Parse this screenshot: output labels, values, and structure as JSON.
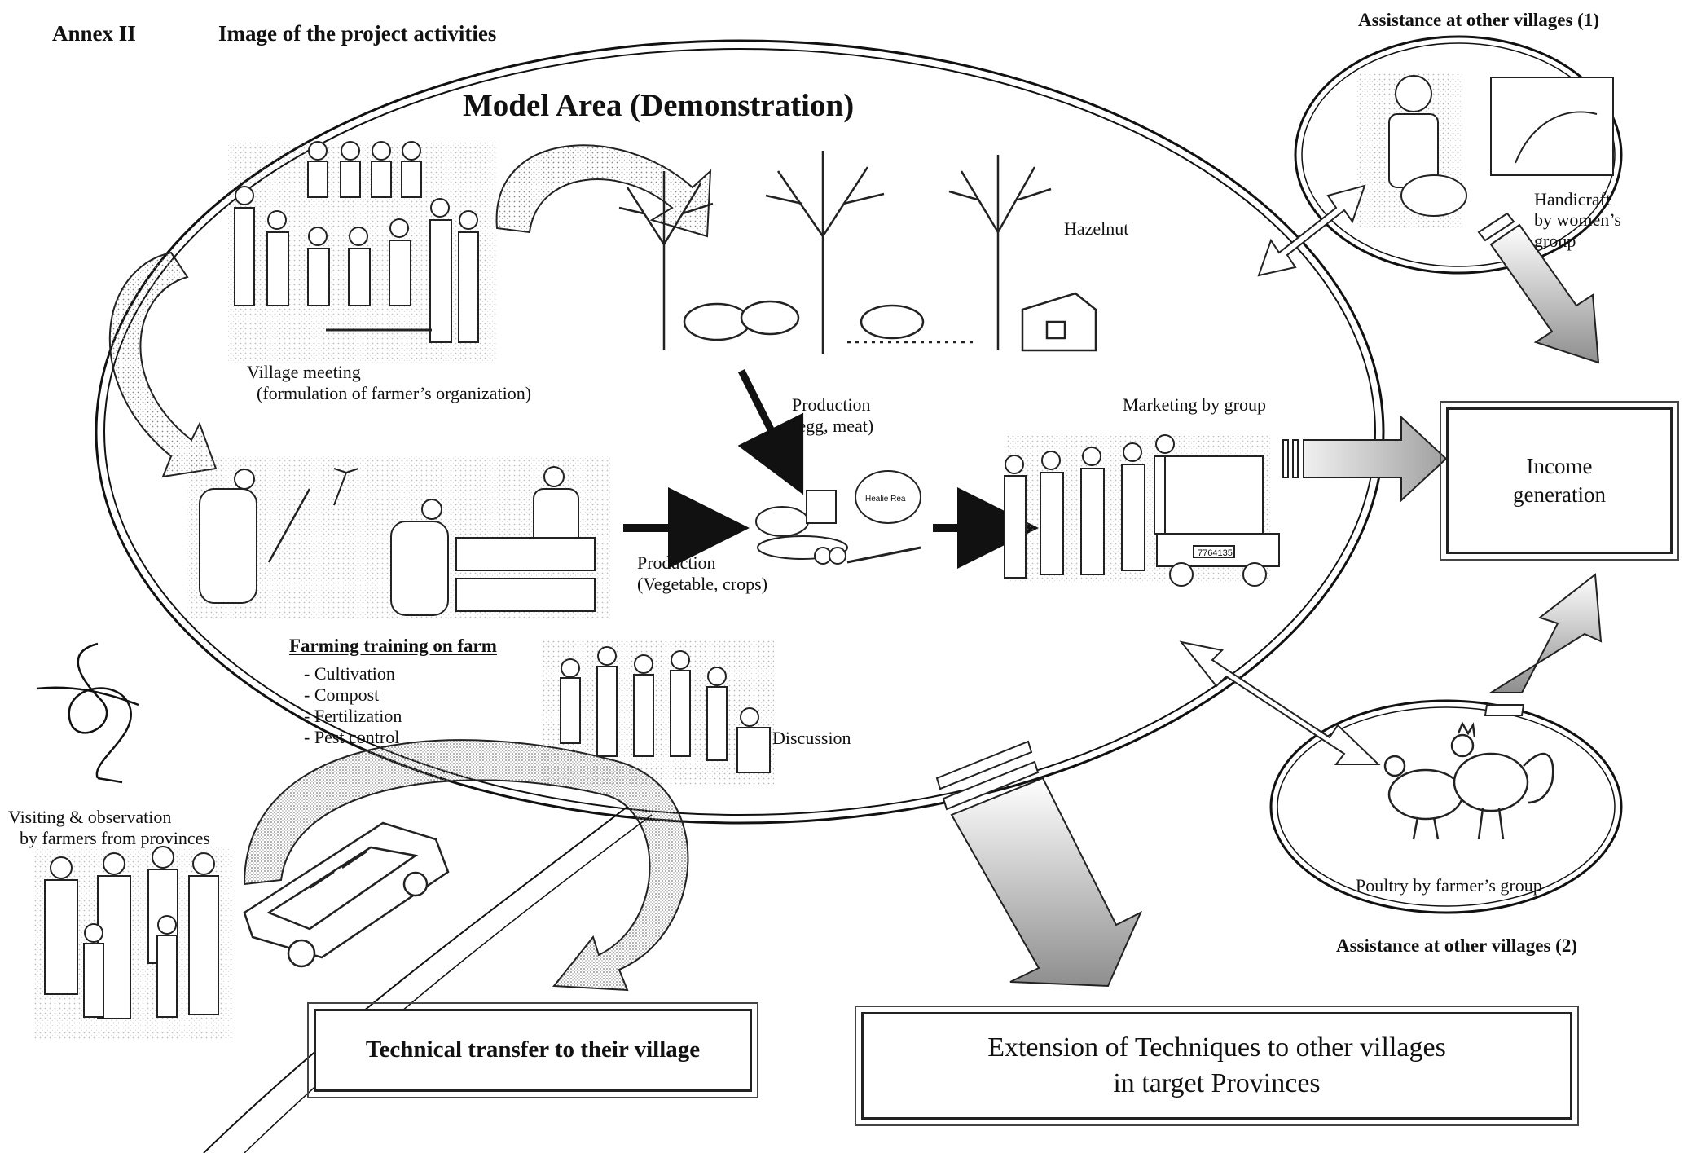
{
  "header": {
    "annex": "Annex II",
    "subtitle": "Image of the project activities"
  },
  "model_area": {
    "title": "Model Area (Demonstration)"
  },
  "labels": {
    "village_meeting": "Village meeting",
    "village_meeting_sub": "(formulation of farmer’s organization)",
    "hazelnut": "Hazelnut",
    "production_egg": "Production",
    "production_egg_sub": "(egg, meat)",
    "marketing": "Marketing by group",
    "production_veg": "Production",
    "production_veg_sub": "(Vegetable, crops)",
    "farming_training": "Farming training on farm",
    "discussion": "Discussion",
    "visiting": "Visiting & observation",
    "visiting_sub": "by farmers from provinces",
    "handicraft": "Handicraft",
    "handicraft_2": "by women’s",
    "handicraft_3": "group",
    "assist1": "Assistance at other villages (1)",
    "assist2": "Assistance at other villages (2)",
    "poultry": "Poultry by farmer’s group",
    "egg_sign": "Healie Rea",
    "truck_plate": "7764135"
  },
  "training_items": [
    "Cultivation",
    "Compost",
    "Fertilization",
    "Pest control"
  ],
  "boxes": {
    "income": "Income",
    "income_2": "generation",
    "technical": "Technical transfer to their village",
    "extension": "Extension of Techniques to other villages",
    "extension_2": "in target Provinces"
  },
  "colors": {
    "ink": "#111111",
    "stipple": "#9a9a9a",
    "arrow_fill": "#d6d6d6",
    "box_border": "#222222"
  }
}
